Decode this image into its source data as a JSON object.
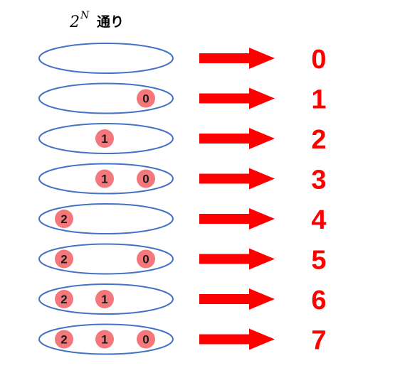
{
  "title": {
    "base": "2",
    "exponent": "N",
    "suffix": "通り"
  },
  "colors": {
    "ring_stroke": "#4472c4",
    "bit_fill": "#f4777b",
    "arrow": "#ff0000",
    "result_text": "#ff0000"
  },
  "bit_labels": [
    "2",
    "1",
    "0"
  ],
  "rows": [
    {
      "bits": [
        false,
        false,
        false
      ],
      "value": "0"
    },
    {
      "bits": [
        false,
        false,
        true
      ],
      "value": "1"
    },
    {
      "bits": [
        false,
        true,
        false
      ],
      "value": "2"
    },
    {
      "bits": [
        false,
        true,
        true
      ],
      "value": "3"
    },
    {
      "bits": [
        true,
        false,
        false
      ],
      "value": "4"
    },
    {
      "bits": [
        true,
        false,
        true
      ],
      "value": "5"
    },
    {
      "bits": [
        true,
        true,
        false
      ],
      "value": "6"
    },
    {
      "bits": [
        true,
        true,
        true
      ],
      "value": "7"
    }
  ]
}
